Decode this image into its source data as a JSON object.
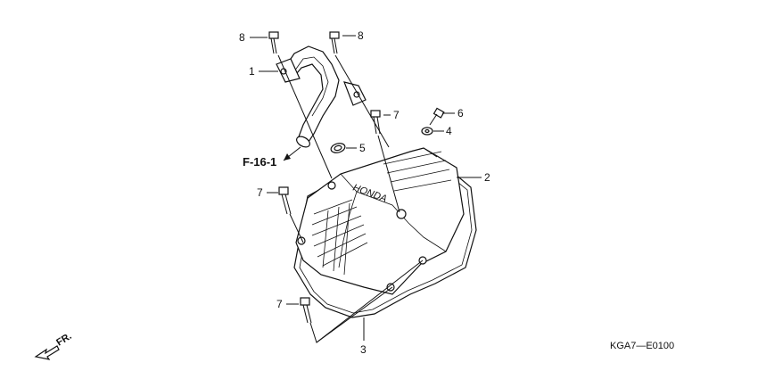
{
  "callouts": [
    {
      "id": "c1",
      "label": "1"
    },
    {
      "id": "c2",
      "label": "2"
    },
    {
      "id": "c3",
      "label": "3"
    },
    {
      "id": "c4",
      "label": "4"
    },
    {
      "id": "c5",
      "label": "5"
    },
    {
      "id": "c6",
      "label": "6"
    },
    {
      "id": "c7a",
      "label": "7"
    },
    {
      "id": "c7b",
      "label": "7"
    },
    {
      "id": "c7c",
      "label": "7"
    },
    {
      "id": "c8a",
      "label": "8"
    },
    {
      "id": "c8b",
      "label": "8"
    }
  ],
  "reference": "F-16-1",
  "direction": "FR.",
  "diagram_code": "KGA7—E0100",
  "brand_mark": "HONDA"
}
